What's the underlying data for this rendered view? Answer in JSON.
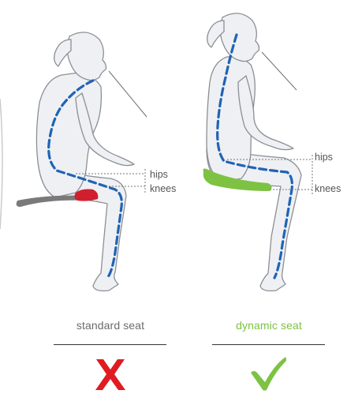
{
  "left_panel": {
    "labels": {
      "hips": "hips",
      "knees": "knees"
    },
    "caption": "standard seat",
    "verdict_icon": "cross-icon",
    "verdict_color": "#e01b22",
    "seat_color": "#7a7a7a",
    "pressure_color": "#d0202f"
  },
  "right_panel": {
    "labels": {
      "hips": "hips",
      "knees": "knees"
    },
    "caption": "dynamic seat",
    "caption_color": "#7dc242",
    "verdict_icon": "check-icon",
    "verdict_color": "#7dc242",
    "seat_color": "#7dc242"
  },
  "colors": {
    "spine": "#1f63b6",
    "figure_fill": "#eef0f3",
    "figure_stroke": "#8b8f95",
    "guide": "#777777"
  }
}
